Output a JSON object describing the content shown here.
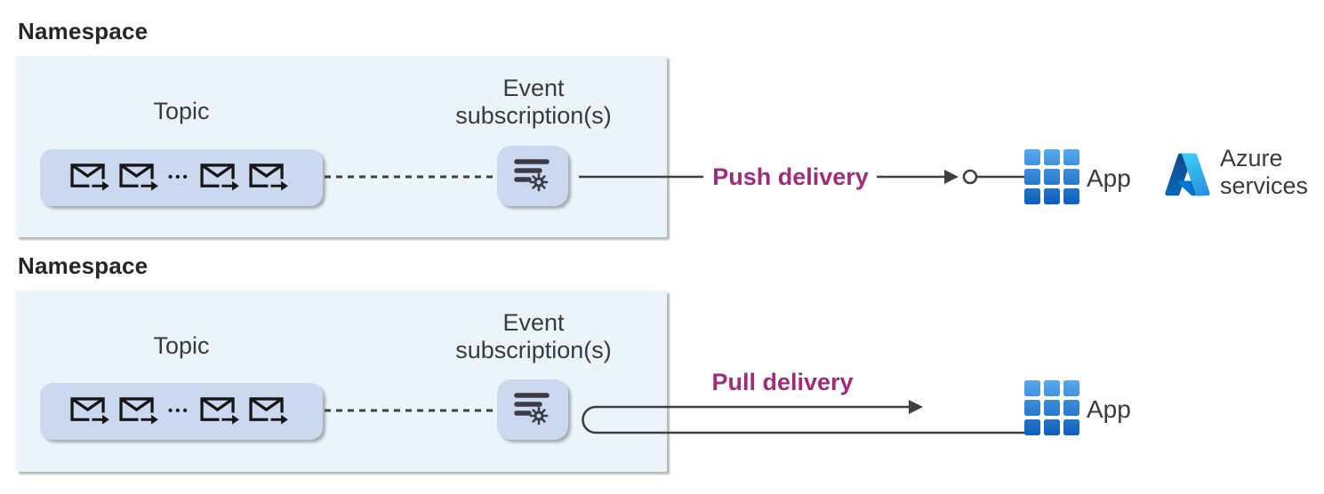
{
  "colors": {
    "accent": "#A02B7D",
    "line": "#3F3F3F",
    "namespace_fill": "#EAF4FB",
    "node_fill": "#CBD9F0",
    "text": "#3A3A3A",
    "title": "#262626",
    "app_blue_top": "#58A7EE",
    "app_blue_bottom": "#0E5FBB"
  },
  "push": {
    "namespace_label": "Namespace",
    "topic_label": "Topic",
    "topic_dots": "•••",
    "event_subscription_line1": "Event",
    "event_subscription_line2": "subscription(s)",
    "delivery_label": "Push delivery",
    "app_label": "App",
    "azure_services_line1": "Azure",
    "azure_services_line2": "services"
  },
  "pull": {
    "namespace_label": "Namespace",
    "topic_label": "Topic",
    "topic_dots": "•••",
    "event_subscription_line1": "Event",
    "event_subscription_line2": "subscription(s)",
    "delivery_label": "Pull delivery",
    "app_label": "App"
  }
}
